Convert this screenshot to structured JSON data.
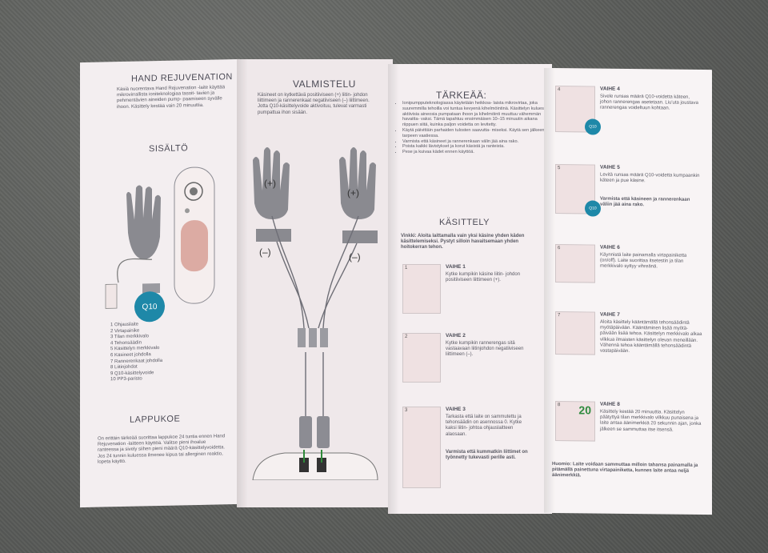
{
  "panel1": {
    "title": "HAND REJUVENATION",
    "intro": "Käsiä nuorentava Hand Rejuvenation -laite käyttää mikrovirrallista ioniteknologiaa tasoit- tavien ja pehmentävien aineiden pump- paamiseen syvälle ihoon. Käsittely kestää vain 20 minuuttia.",
    "contents_title": "SISÄLTÖ",
    "q10_label": "Q10",
    "parts": [
      "1  Ohjauslaite",
      "2  Virtapainike",
      "3  Tilan merkkivalo",
      "4  Tehonsäädin",
      "5  Käsittelyn merkkivalo",
      "6  Käsineet johdolla",
      "7  Rannerenkaat johdolla",
      "8  Liitinjohdot",
      "9  Q10-käsittelyvoide",
      "10 PP3-paristo"
    ],
    "patch_title": "LAPPUKOE",
    "patch_text": "On erittäin tärkeää suorittaa lappukoe 24 tuntia ennen Hand Rejuvenation -laitteen käyttöä. Valitse pieni ihoalue ranteessa ja sively siihen pieni määrä Q10-käsittelyvoidetta. Jos 24 tunnin kuluessa ilmenee kipua tai allerginen reaktio, lopeta käyttö."
  },
  "panel2": {
    "title": "VALMISTELU",
    "text": "Käsineet on kytkettävä positiiviseen (+) liitin- johdon liittimeen ja rannerenkaat negatiiviseen (–) liittimeen. Jotta Q10-käsittelyvoide aktivoituu, tulevat varmasti pumpattua ihon sisään.",
    "plus": "(+)",
    "minus": "(–)"
  },
  "panel3": {
    "title": "TÄRKEÄÄ:",
    "bullets": [
      "Ionipumpputeknologiassa käytetään heikkoa- laista mikrovirtaa, joka suuremmilla tehoilla voi tuntua kevyenä kihelmöintinä. Käsittelyn kuluessa aktiivisia aineosia pumpataan ihoon ja kihelmöinti muuttuu vähemmän havaitta- vaksi. Tämä tapahtuu ensimmäisen 10–15 minuutin aikana riippuen siitä, kuinka paljon voidetta on levitetty.",
      "Käytä päivittäin parhaiden tulosten saavutta- miseksi. Käytä sen jälkeen tarpeen vaatiessa.",
      "Varmista että käsineet ja rannerenkaan välin jää aina rako.",
      "Poista kaikki lävistykset ja korut käsistä ja ranteista.",
      "Pese ja kuivaa kädet ennen käyttöä."
    ],
    "treatment_title": "KÄSITTELY",
    "tip": "Vinkki: Aloita laittamalla vain yksi käsine yhden käden käsittelemiseksi. Pystyt silloin havaitsemaan yhden hoitokerran tehon.",
    "steps": [
      {
        "num": "1",
        "title": "VAIHE 1",
        "text": "Kytke kumpikin käsine liitin- johdon positiiviseen liittimeen (+)."
      },
      {
        "num": "2",
        "title": "VAIHE 2",
        "text": "Kytke kumpikin rannerengas sitä vastaavaan liitinjohdon negatiiviseen liittimeen (–)."
      },
      {
        "num": "3",
        "title": "VAIHE 3",
        "text": "Tarkasta että laite on sammutettu ja tehonsäädin on asennossa 0. Kytke kaksi liitin- johtoa ohjauslaitteen alaosaan.",
        "note": "Varmista että kummatkin liittimet on työnnetty tukevasti perille asti."
      }
    ]
  },
  "panel4": {
    "steps": [
      {
        "num": "4",
        "title": "VAIHE 4",
        "text": "Sivele runsas määrä Q10-voidetta käteen, johon rannerengas asetetaan. Liu'uta joustava rannerengas voideltuun kohtaan."
      },
      {
        "num": "5",
        "title": "VAIHE 5",
        "text": "Levitä runsas määrä Q10-voidetta kumpaankin käteen ja pue käsine.",
        "note": "Varmista että käsineen ja rannerenkaan väliin jää aina rako."
      },
      {
        "num": "6",
        "title": "VAIHE 6",
        "text": "Käynnistä laite painamalla virtapainiketta (on/off). Laite suorittaa itsetestin ja tilan merkkivalo syttyy vihreänä."
      },
      {
        "num": "7",
        "title": "VAIHE 7",
        "text": "Aloita käsittely kääntämällä tehonsäädintä myötäpäivään. Kääntäminen lisää myötä- päivään lisää tehoa. Käsittelyn merkkivalo alkaa vilkkua ilmaisten käsittelyn olevan meneillään. Vähennä tehoa kääntämällä tehonsäädintä vastapäivään."
      },
      {
        "num": "8",
        "title": "VAIHE 8",
        "text": "Käsittely kestää 20 minuuttia. Käsittelyn päätyttyä tilan merkkivalo vilkkuu punaisena ja laite antaa äänimerkkiä 20 sekunnin ajan, jonka jälkeen se sammuttaa itse itsensä."
      }
    ],
    "q10": "Q10",
    "timer": "20",
    "footnote": "Huomio: Laite voidaan sammuttaa milloin tahansa painamalla ja pitämällä painettuna virtapainiketta, kunnes laite antaa neljä äänimerkkiä."
  },
  "colors": {
    "teal": "#1e88a8",
    "glove": "#8a8a90",
    "skin": "#d9b3ad",
    "fabric": "#5f615e",
    "paper": "#f6f1f2"
  }
}
